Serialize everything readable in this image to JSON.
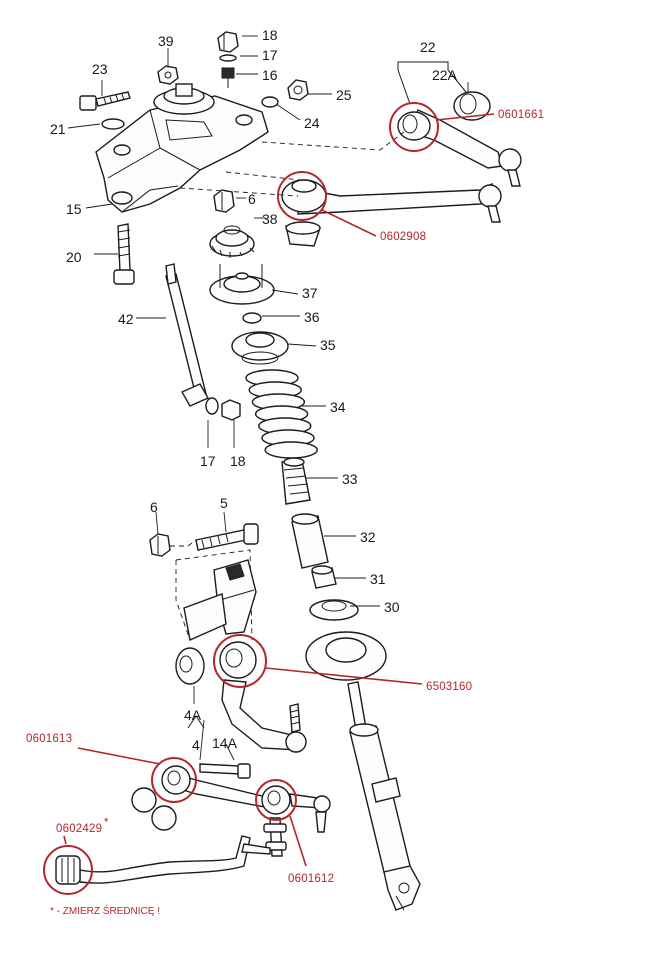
{
  "labels": {
    "l18a": "18",
    "l39": "39",
    "l17a": "17",
    "l16": "16",
    "l23": "23",
    "l25": "25",
    "l22": "22",
    "l22a": "22A",
    "l21": "21",
    "l24": "24",
    "l15": "15",
    "l6a": "6",
    "l38": "38",
    "l20": "20",
    "l37": "37",
    "l42": "42",
    "l36": "36",
    "l35": "35",
    "l34": "34",
    "l17b": "17",
    "l18b": "18",
    "l33": "33",
    "l6b": "6",
    "l5": "5",
    "l32": "32",
    "l31": "31",
    "l30": "30",
    "l4a": "4A",
    "l4": "4",
    "l14a": "14A"
  },
  "refs": {
    "r1": "0601661",
    "r2": "0602908",
    "r3": "6503160",
    "r4": "0601613",
    "r5": "0602429",
    "r5star": "*",
    "r6": "0601612"
  },
  "note": "* - ZMIERZ ŚREDNICĘ !",
  "colors": {
    "highlight": "#b3272b",
    "ink": "#1c1c1c"
  }
}
